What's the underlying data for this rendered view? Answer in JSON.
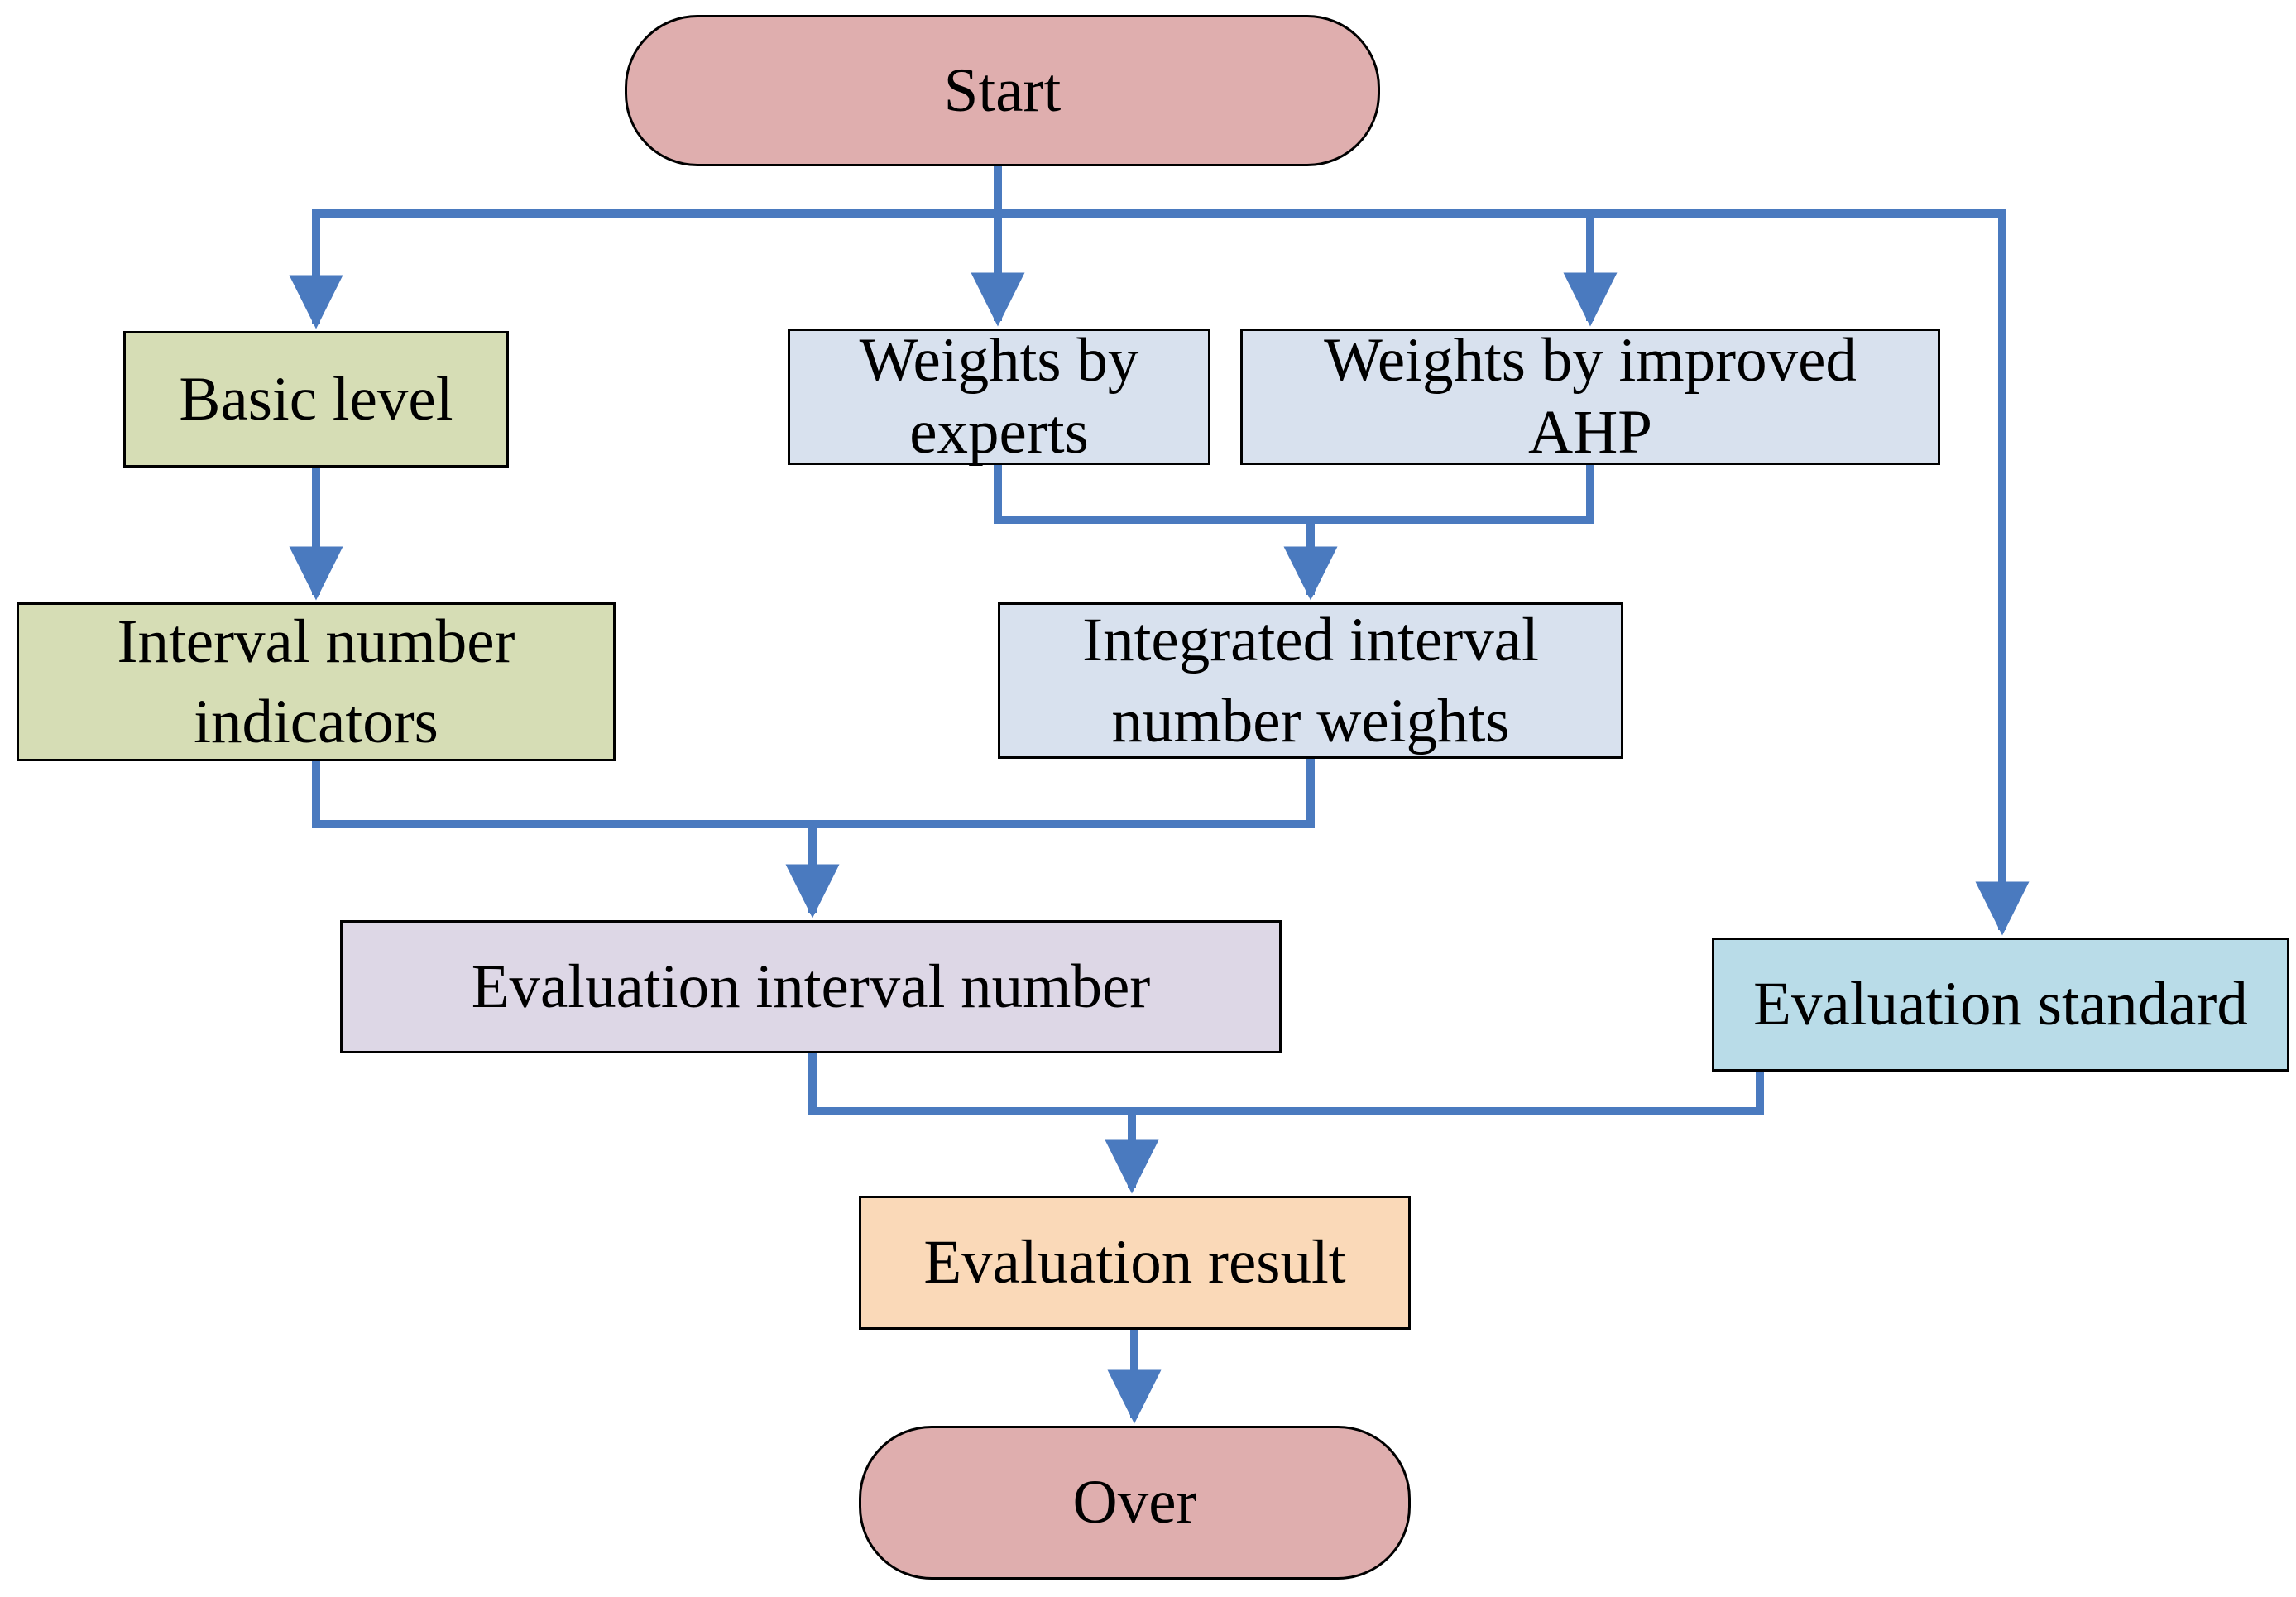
{
  "diagram": {
    "type": "flowchart",
    "nodes": {
      "start": {
        "label": "Start",
        "shape": "terminator",
        "fill_key": "fill_terminal"
      },
      "basic_level": {
        "label": "Basic level",
        "shape": "process",
        "fill_key": "fill_green"
      },
      "weights_experts": {
        "label": "Weights by experts",
        "shape": "process",
        "fill_key": "fill_blue"
      },
      "weights_ahp": {
        "label": "Weights by improved AHP",
        "shape": "process",
        "fill_key": "fill_blue"
      },
      "interval_indicators": {
        "label": "Interval number indicators",
        "shape": "process",
        "fill_key": "fill_green"
      },
      "integrated_weights": {
        "label": "Integrated interval number weights",
        "shape": "process",
        "fill_key": "fill_blue"
      },
      "eval_interval": {
        "label": "Evaluation interval number",
        "shape": "process",
        "fill_key": "fill_lavender"
      },
      "eval_standard": {
        "label": "Evaluation standard",
        "shape": "process",
        "fill_key": "fill_cyan"
      },
      "eval_result": {
        "label": "Evaluation result",
        "shape": "process",
        "fill_key": "fill_peach"
      },
      "over": {
        "label": "Over",
        "shape": "terminator",
        "fill_key": "fill_terminal"
      }
    },
    "edges": [
      {
        "from": "start",
        "to": "basic_level"
      },
      {
        "from": "start",
        "to": "weights_experts"
      },
      {
        "from": "start",
        "to": "weights_ahp"
      },
      {
        "from": "start",
        "to": "eval_standard"
      },
      {
        "from": "basic_level",
        "to": "interval_indicators"
      },
      {
        "from": "weights_experts",
        "to": "integrated_weights"
      },
      {
        "from": "weights_ahp",
        "to": "integrated_weights"
      },
      {
        "from": "interval_indicators",
        "to": "eval_interval"
      },
      {
        "from": "integrated_weights",
        "to": "eval_interval"
      },
      {
        "from": "eval_interval",
        "to": "eval_result"
      },
      {
        "from": "eval_standard",
        "to": "eval_result"
      },
      {
        "from": "eval_result",
        "to": "over"
      }
    ]
  },
  "theme": {
    "canvas_bg": "#ffffff",
    "arrow_color": "#4a7abf",
    "node_border": "#000000",
    "text_color": "#000000",
    "fill_terminal": "#dfaeae",
    "fill_green": "#d6ddb5",
    "fill_blue": "#d8e1ee",
    "fill_lavender": "#ddd7e6",
    "fill_cyan": "#b9dce8",
    "fill_peach": "#fad9b8"
  }
}
